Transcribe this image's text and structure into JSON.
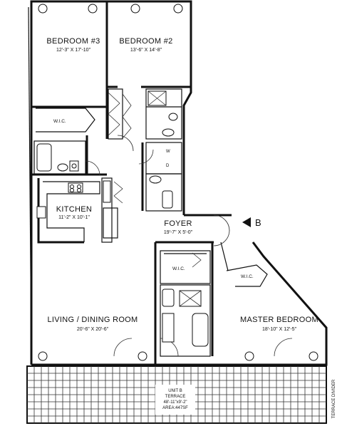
{
  "rooms": {
    "bedroom3": {
      "name": "BEDROOM #3",
      "dims": "12'-3\" X 17'-10\""
    },
    "bedroom2": {
      "name": "BEDROOM #2",
      "dims": "13'-6\" X 14'-8\""
    },
    "kitchen": {
      "name": "KITCHEN",
      "dims": "11'-2\" X 10'-1\""
    },
    "foyer": {
      "name": "FOYER",
      "dims": "19'-7\" X 5'-0\""
    },
    "living": {
      "name": "LIVING / DINING ROOM",
      "dims": "20'-6\" X 20'-6\""
    },
    "master": {
      "name": "MASTER BEDROOM",
      "dims": "18'-10\" X 12'-5\""
    }
  },
  "closets": {
    "wic_bedroom3": "W.I.C.",
    "wic_master1": "W.I.C.",
    "wic_master2": "W.I.C."
  },
  "appliances": {
    "washer": "W",
    "dryer": "D"
  },
  "terrace": {
    "unit": "UNIT B",
    "label": "TERRACE",
    "dims": "48'-11\"x9'-2\"",
    "area": "AREA:447SF",
    "divider": "TERRACE DIVIDER"
  },
  "unit_marker": {
    "letter": "B"
  }
}
